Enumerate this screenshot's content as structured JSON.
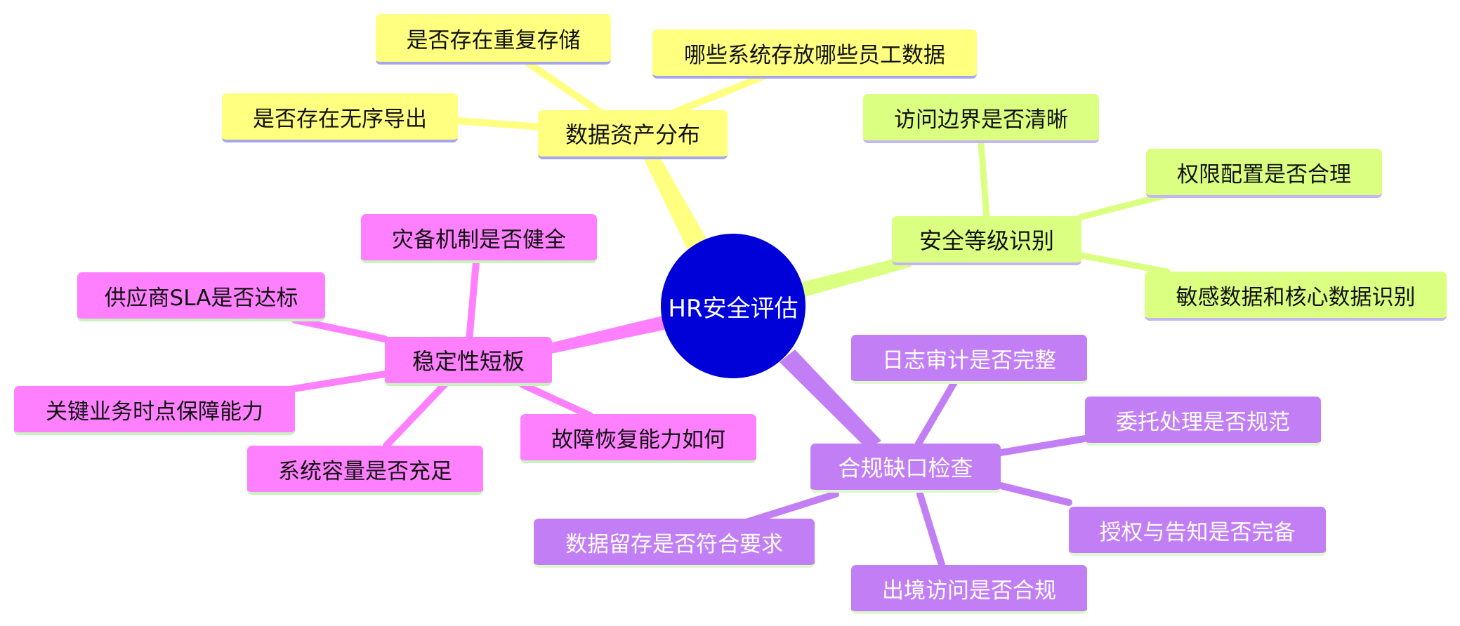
{
  "root": {
    "label": "HR安全评估",
    "color": "#0000d9"
  },
  "branches": [
    {
      "label": "数据资产分布",
      "color": "#ffff80",
      "children": [
        "是否存在重复存储",
        "哪些系统存放哪些员工数据",
        "是否存在无序导出"
      ]
    },
    {
      "label": "安全等级识别",
      "color": "#dbff80",
      "children": [
        "访问边界是否清晰",
        "权限配置是否合理",
        "敏感数据和核心数据识别"
      ]
    },
    {
      "label": "稳定性短板",
      "color": "#ff80ff",
      "children": [
        "灾备机制是否健全",
        "供应商SLA是否达标",
        "关键业务时点保障能力",
        "系统容量是否充足",
        "故障恢复能力如何"
      ]
    },
    {
      "label": "合规缺口检查",
      "color": "#c27ff5",
      "children": [
        "日志审计是否完整",
        "委托处理是否规范",
        "授权与告知是否完备",
        "出境访问是否合规",
        "数据留存是否符合要求"
      ]
    }
  ]
}
